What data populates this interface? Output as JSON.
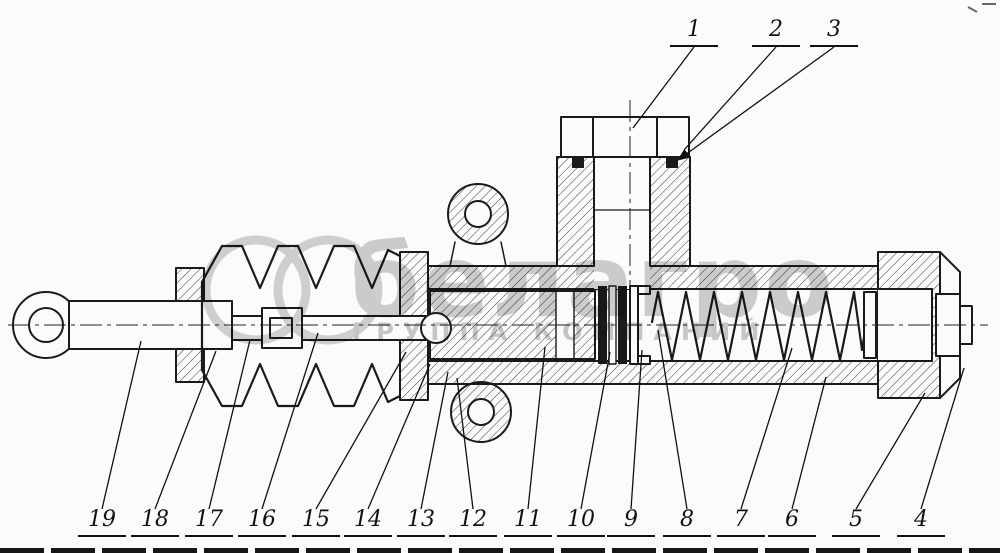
{
  "watermark": {
    "brand": "белагро",
    "subtitle": "ГРУППА КОМПАНИЙ"
  },
  "callouts": {
    "top": [
      {
        "label": "1"
      },
      {
        "label": "2"
      },
      {
        "label": "3"
      }
    ],
    "bottom": [
      {
        "label": "19"
      },
      {
        "label": "18"
      },
      {
        "label": "17"
      },
      {
        "label": "16"
      },
      {
        "label": "15"
      },
      {
        "label": "14"
      },
      {
        "label": "13"
      },
      {
        "label": "12"
      },
      {
        "label": "11"
      },
      {
        "label": "10"
      },
      {
        "label": "9"
      },
      {
        "label": "8"
      },
      {
        "label": "7"
      },
      {
        "label": "6"
      },
      {
        "label": "5"
      },
      {
        "label": "4"
      }
    ]
  },
  "colors": {
    "line": "#1a1a1a",
    "watermark_gray": "#cccccc",
    "background": "#fbfbfb"
  }
}
